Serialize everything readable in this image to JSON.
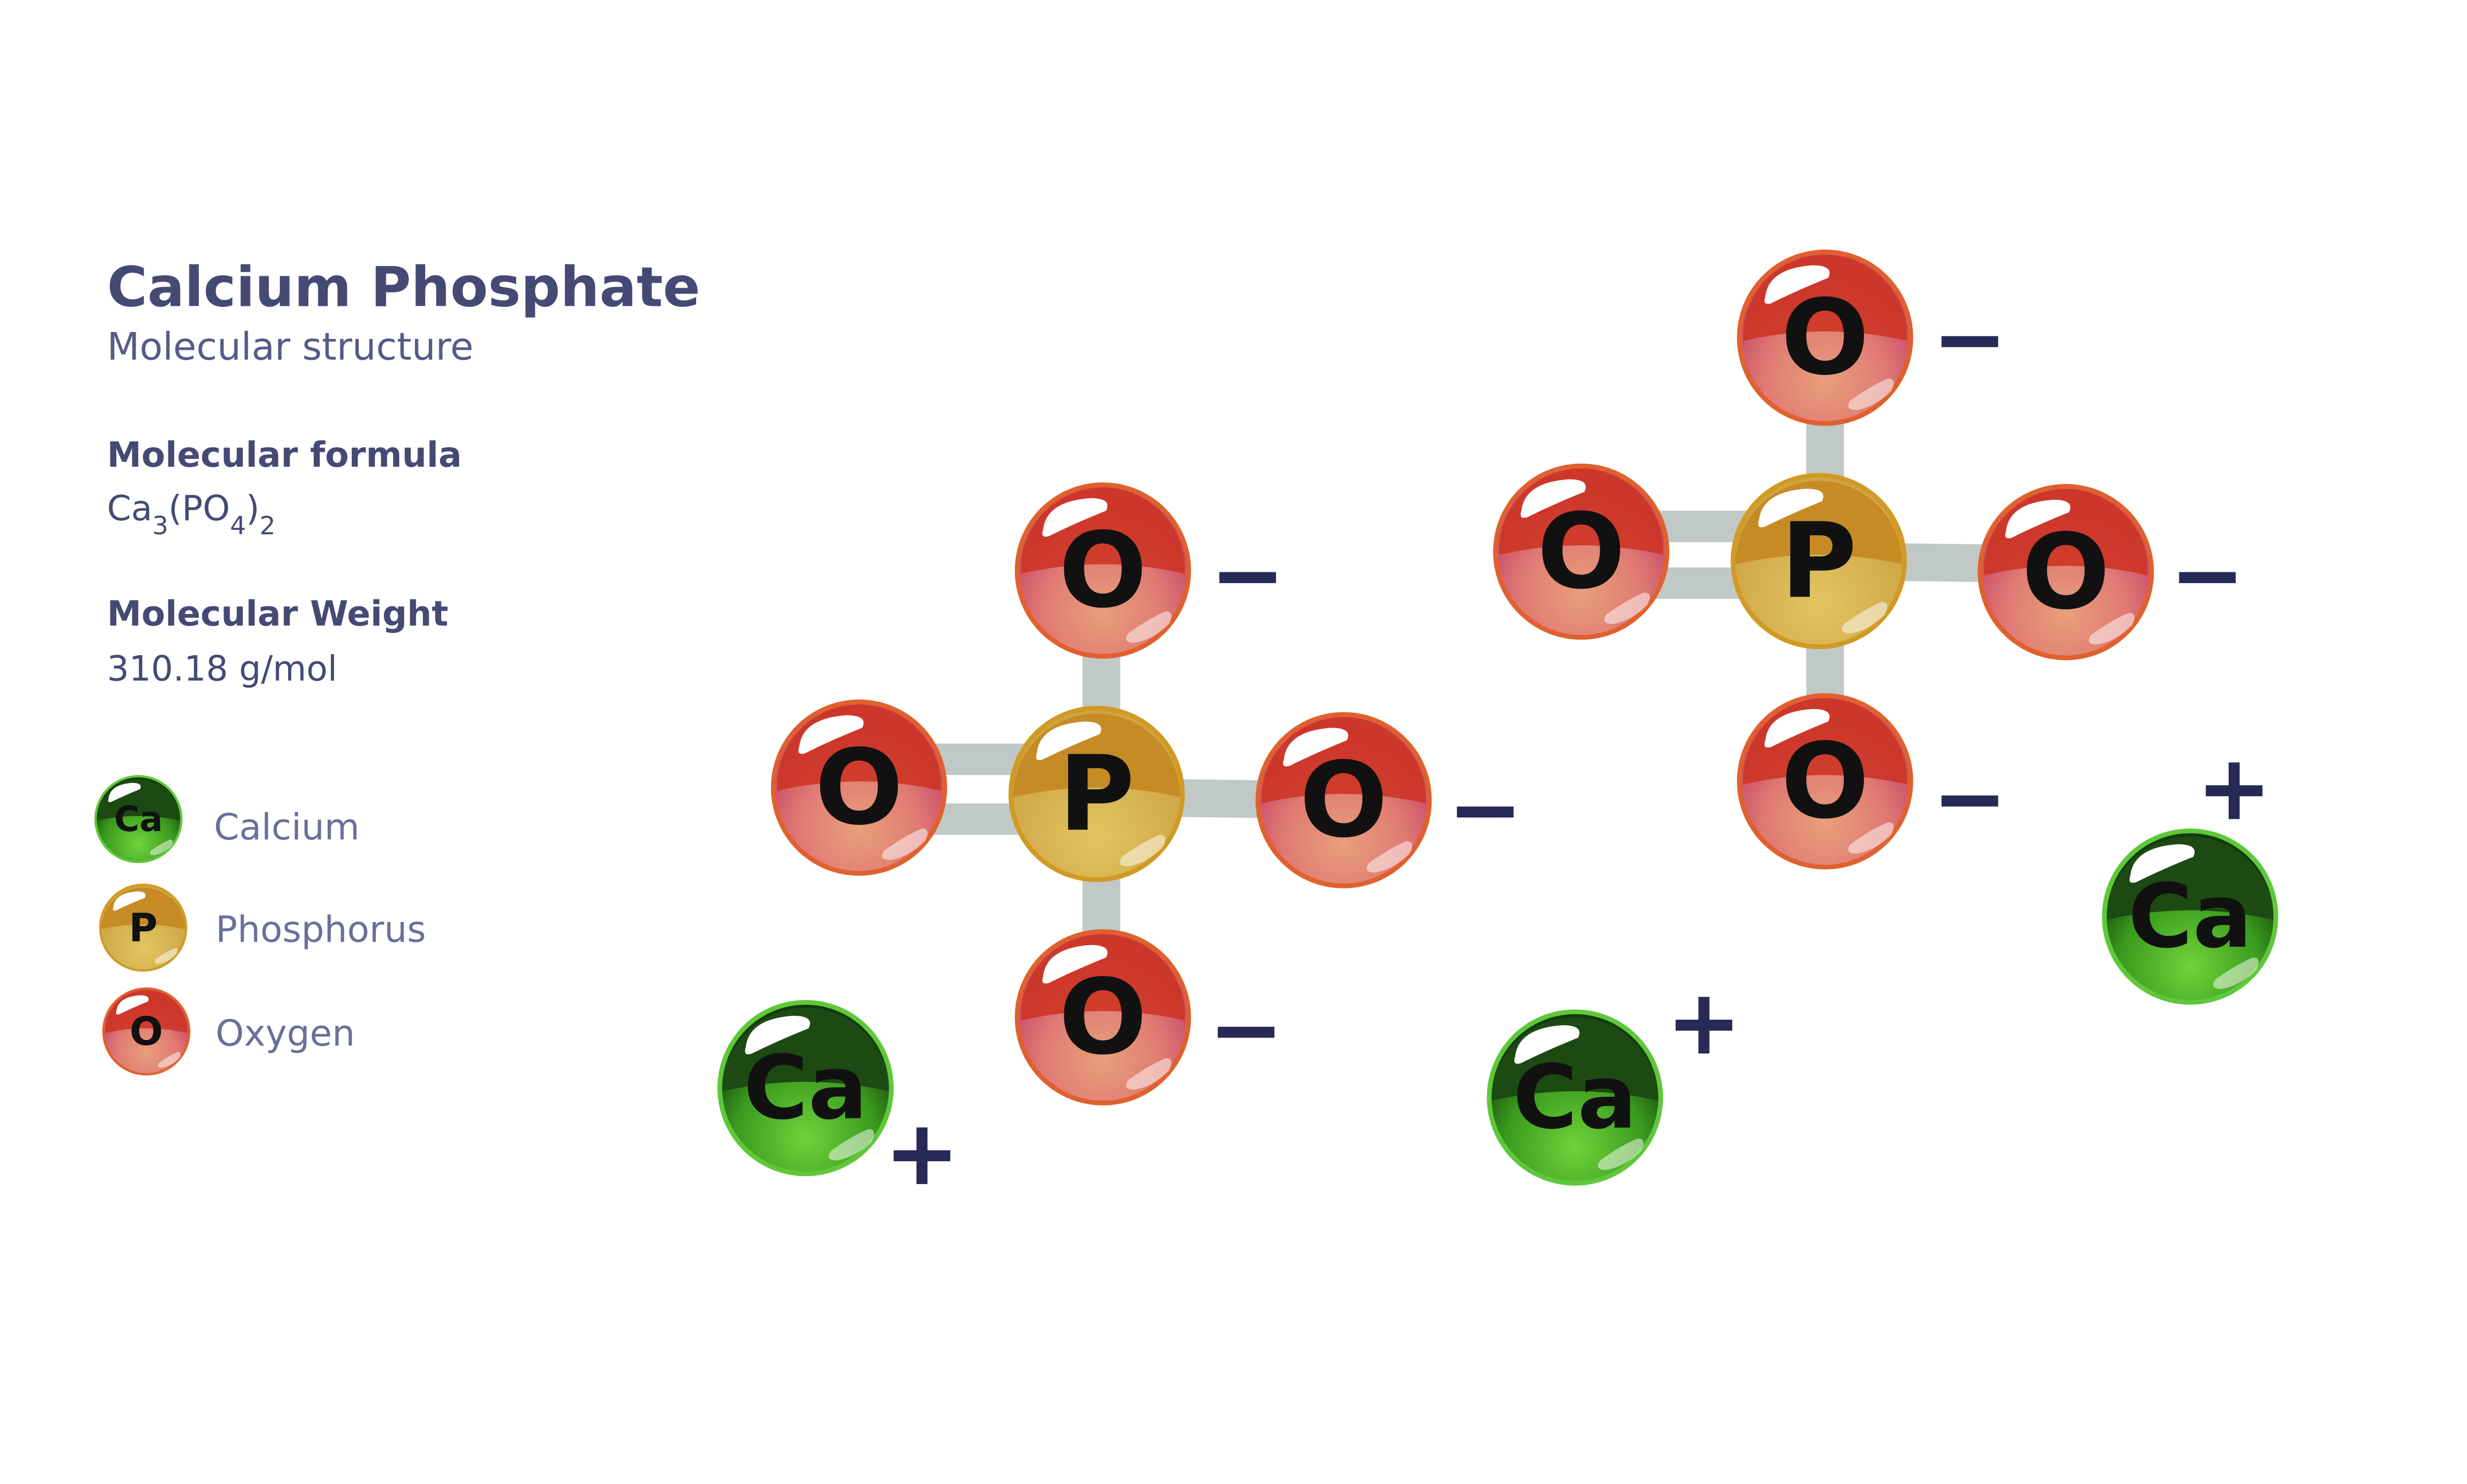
{
  "title": "Calcium Phosphate",
  "subtitle": "Molecular structure",
  "formula": {
    "label": "Molecular formula",
    "parts": {
      "ca": "Ca",
      "ca_sub": "3",
      "open": "(PO",
      "o_sub": "4",
      "close": ")",
      "close_sub": "2"
    }
  },
  "weight": {
    "label": "Molecular Weight",
    "value": "310.18 g/mol"
  },
  "legend": [
    {
      "symbol": "Ca",
      "name": "Calcium",
      "color": "#3f9a1f"
    },
    {
      "symbol": "P",
      "name": "Phosphorus",
      "color": "#d4a83a"
    },
    {
      "symbol": "O",
      "name": "Oxygen",
      "color": "#d63a2a"
    }
  ],
  "atoms": {
    "calcium": "Ca",
    "phosphorus": "P",
    "oxygen": "O"
  },
  "charges": {
    "negative": "−",
    "positive": "+"
  }
}
